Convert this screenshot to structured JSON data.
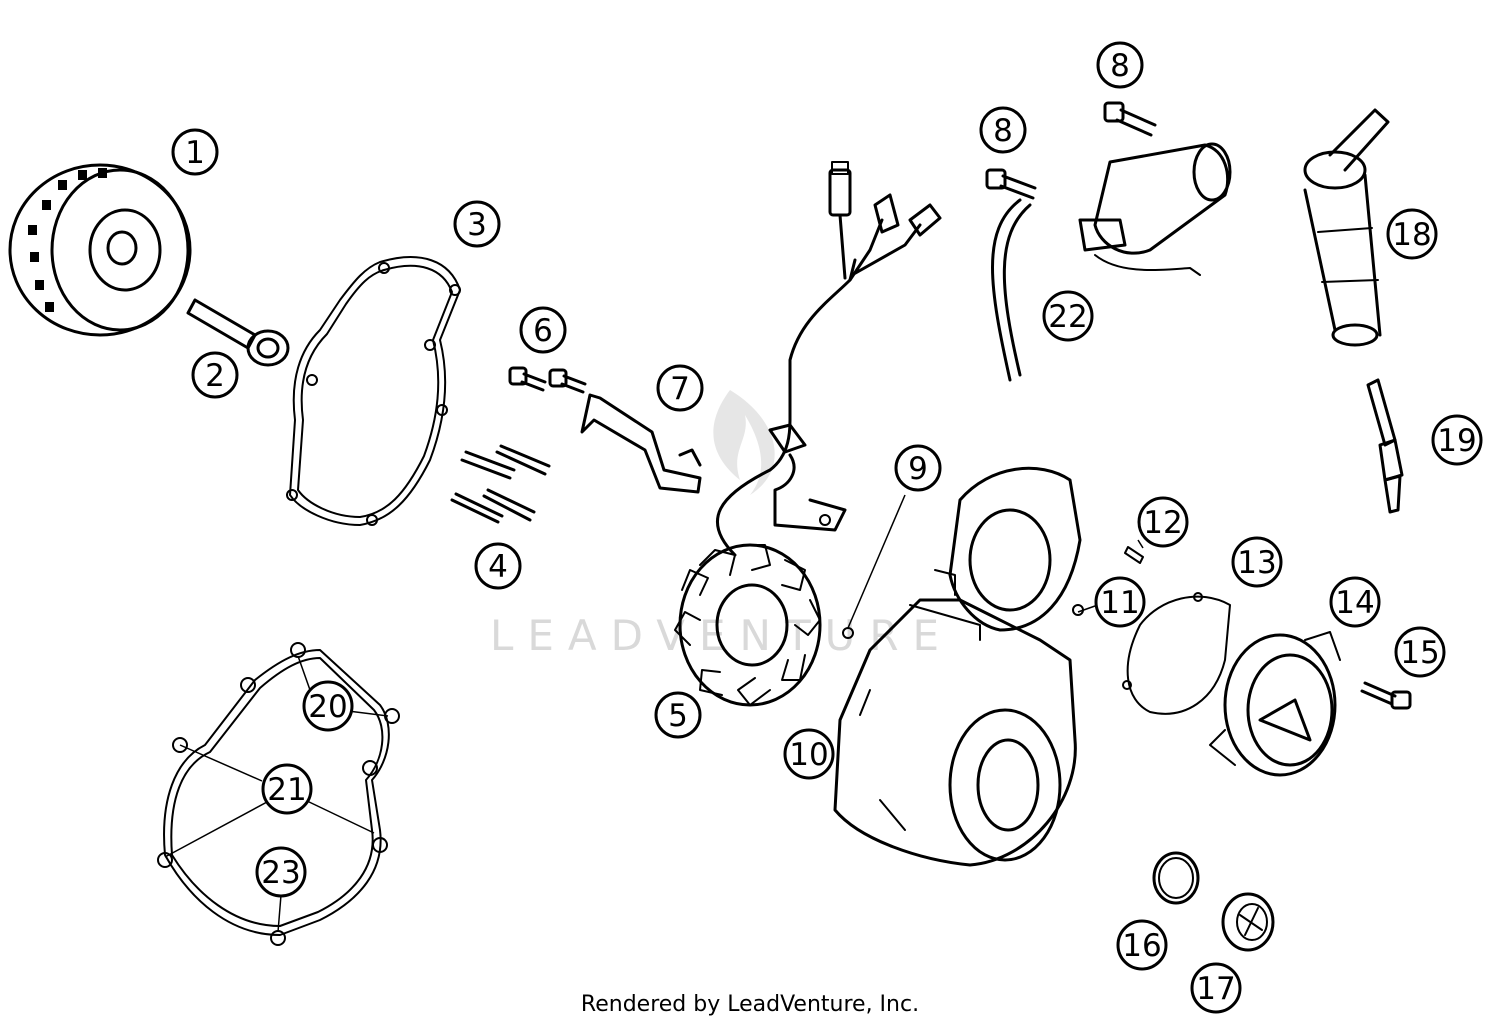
{
  "watermark": {
    "text": "LEADVENTURE"
  },
  "footer": {
    "text": "Rendered by LeadVenture, Inc."
  },
  "parts": [
    {
      "key": "p1",
      "label": "1"
    },
    {
      "key": "p2",
      "label": "2"
    },
    {
      "key": "p3",
      "label": "3"
    },
    {
      "key": "p4",
      "label": "4"
    },
    {
      "key": "p5",
      "label": "5"
    },
    {
      "key": "p6",
      "label": "6"
    },
    {
      "key": "p7",
      "label": "7"
    },
    {
      "key": "p8a",
      "label": "8"
    },
    {
      "key": "p8b",
      "label": "8"
    },
    {
      "key": "p9",
      "label": "9"
    },
    {
      "key": "p10",
      "label": "10"
    },
    {
      "key": "p11",
      "label": "11"
    },
    {
      "key": "p12",
      "label": "12"
    },
    {
      "key": "p13",
      "label": "13"
    },
    {
      "key": "p14",
      "label": "14"
    },
    {
      "key": "p15",
      "label": "15"
    },
    {
      "key": "p16",
      "label": "16"
    },
    {
      "key": "p17",
      "label": "17"
    },
    {
      "key": "p18",
      "label": "18"
    },
    {
      "key": "p19",
      "label": "19"
    },
    {
      "key": "p20",
      "label": "20"
    },
    {
      "key": "p21",
      "label": "21"
    },
    {
      "key": "p22",
      "label": "22"
    },
    {
      "key": "p23",
      "label": "23"
    }
  ]
}
